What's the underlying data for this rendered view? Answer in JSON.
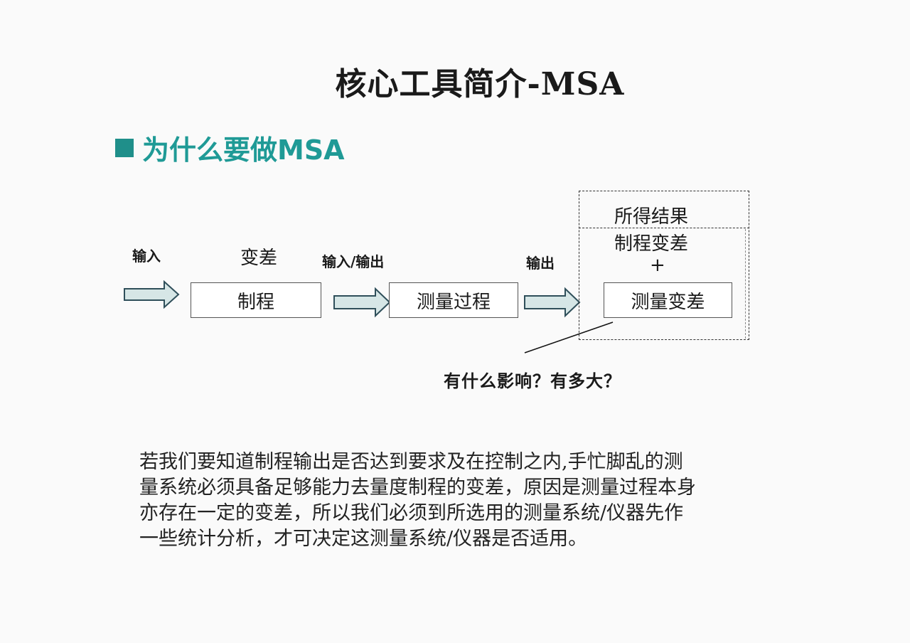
{
  "title": "核心工具简介-MSA",
  "heading": "为什么要做MSA",
  "diagram": {
    "input_label": "输入",
    "variation_label": "变差",
    "input_output_label": "输入/输出",
    "output_label": "输出",
    "process_box": "制程",
    "measurement_process_box": "测量过程",
    "result_label": "所得结果",
    "process_variation": "制程变差",
    "plus": "+",
    "measurement_variation_box": "测量变差",
    "question": "有什么影响？有多大？",
    "arrow_fill": "#d6e6e6",
    "arrow_stroke": "#2f4f5a"
  },
  "paragraph": [
    "若我们要知道制程输出是否达到要求及在控制之内,手忙脚乱的测",
    "量系统必须具备足够能力去量度制程的变差，原因是测量过程本身",
    "亦存在一定的变差，所以我们必须到所选用的测量系统/仪器先作",
    "一些统计分析，才可决定这测量系统/仪器是否适用。"
  ]
}
